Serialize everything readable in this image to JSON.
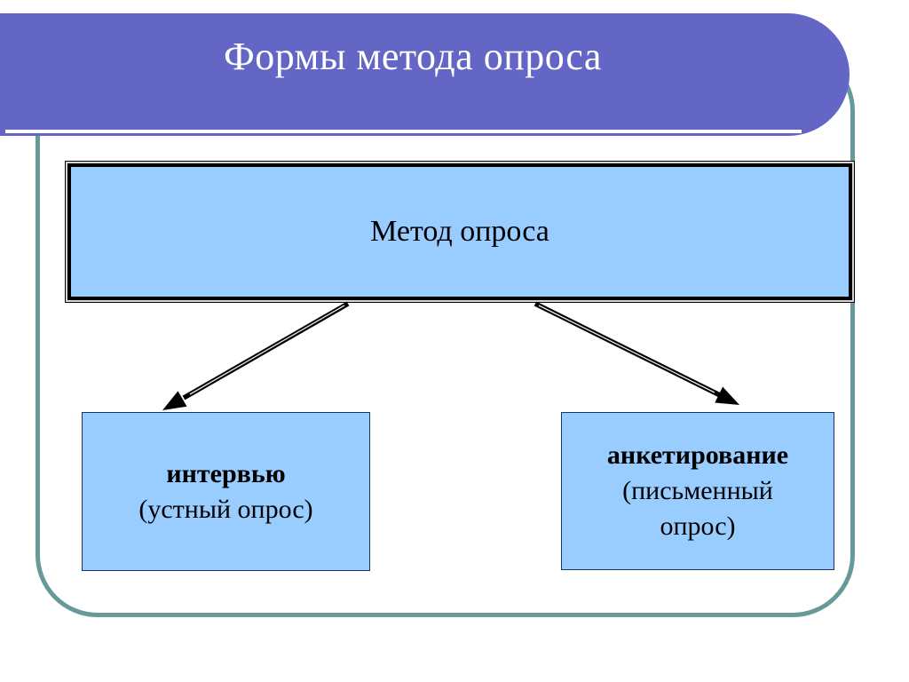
{
  "slide": {
    "title": "Формы метода опроса",
    "diagram": {
      "root": {
        "label": "Метод опроса"
      },
      "children": [
        {
          "label": "интервью",
          "sublabel": "(устный опрос)"
        },
        {
          "label": "анкетирование",
          "sublabel": "(письменный опрос)"
        }
      ],
      "connectors": [
        {
          "from": "root",
          "to": "интервью"
        },
        {
          "from": "root",
          "to": "анкетирование"
        }
      ]
    },
    "colors": {
      "header_purple": "#6466c6",
      "node_fill": "#99ccff",
      "frame_teal": "#68999a",
      "node_border_dark": "#17375e",
      "arrow": "#000000",
      "title_text": "#ffffff"
    }
  }
}
